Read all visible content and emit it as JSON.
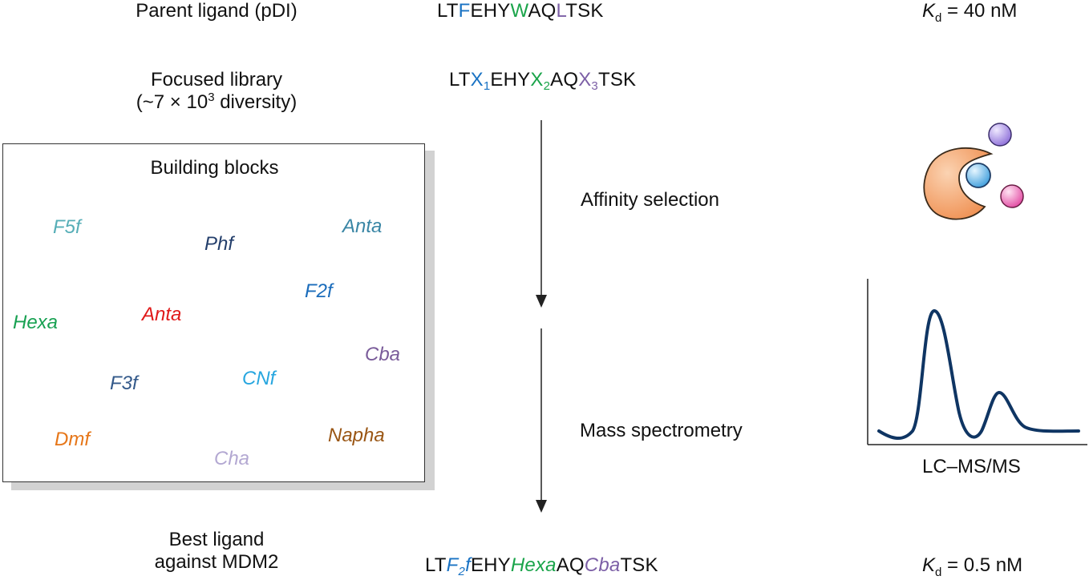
{
  "parent": {
    "label": "Parent ligand (pDI)",
    "seq": {
      "p1": "LT",
      "f": "F",
      "p2": "EHY",
      "w": "W",
      "p3": "AQ",
      "l": "L",
      "p4": "TSK"
    },
    "kd_k": "K",
    "kd_sub": "d",
    "kd_val": " = 40 nM"
  },
  "library": {
    "line1": "Focused library",
    "line2_pre": "(~7 × 10",
    "line2_sup": "3",
    "line2_post": " diversity)",
    "seq": {
      "p1": "LT",
      "x": "X",
      "s1": "1",
      "p2": "EHY",
      "s2": "2",
      "p3": "AQ",
      "s3": "3",
      "p4": "TSK"
    }
  },
  "building_blocks": {
    "title": "Building blocks",
    "items": {
      "f5f": "F5f",
      "phf": "Phf",
      "anta_top": "Anta",
      "f2f": "F2f",
      "hexa": "Hexa",
      "anta_red": "Anta",
      "cba": "Cba",
      "f3f": "F3f",
      "cnf": "CNf",
      "dmf": "Dmf",
      "napha": "Napha",
      "cha": "Cha"
    }
  },
  "steps": {
    "affinity": "Affinity selection",
    "ms": "Mass spectrometry"
  },
  "lcms_label": "LC–MS/MS",
  "best": {
    "line1": "Best ligand",
    "line2": "against MDM2",
    "seq": {
      "p1": "LT",
      "f2f_a": "F",
      "f2f_s": "2",
      "f2f_b": "f",
      "p2": "EHY",
      "hexa": "Hexa",
      "p3": "AQ",
      "cba": "Cba",
      "p4": "TSK"
    },
    "kd_k": "K",
    "kd_sub": "d",
    "kd_val": " = 0.5 nM"
  },
  "colors": {
    "blue": "#1a73c4",
    "green": "#1aa44a",
    "purple": "#7c5fa6",
    "f5f": "#56aeb7",
    "phf": "#233e6b",
    "anta_top": "#3a86a5",
    "f2f": "#1a6cbb",
    "hexa": "#18a152",
    "anta_red": "#e01a1a",
    "cba": "#7a5c9a",
    "f3f": "#33598a",
    "cnf": "#27a6df",
    "dmf": "#e67618",
    "napha": "#9a5614",
    "cha": "#b3a8d2",
    "peak_line": "#0f3563",
    "protein": "#f3a26b"
  },
  "icons": {
    "protein": "mdm2-protein-icon",
    "ligands": "ligand-spheres-icon",
    "chromatogram": "chromatogram-icon"
  }
}
